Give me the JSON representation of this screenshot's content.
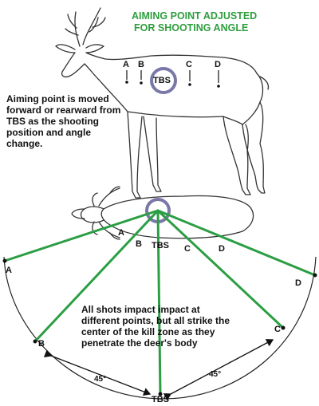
{
  "title": {
    "line1": "AIMING POINT ADJUSTED",
    "line2": "FOR SHOOTING ANGLE"
  },
  "side_view": {
    "markers": {
      "a": "A",
      "b": "B",
      "tbs": "TBS",
      "c": "C",
      "d": "D"
    }
  },
  "explanation": {
    "lines": [
      "Aiming point is moved",
      "forward or rearward from",
      "TBS as the shooting",
      "position and angle",
      "change."
    ]
  },
  "top_view": {
    "impact_labels": {
      "a": "A",
      "b": "B",
      "tbs": "TBS",
      "c": "C",
      "d": "D"
    },
    "shooter_labels": {
      "a": "A",
      "b": "B",
      "tbs": "TBS",
      "c": "C",
      "d": "D"
    },
    "angle_left": "45°",
    "angle_right": "45°"
  },
  "note": {
    "lines": [
      "All shots impact impact at",
      "different points,  but all strike the",
      "center of the kill zone as they",
      "penetrate the deer's body"
    ]
  },
  "colors": {
    "shot_line": "#2b9e44",
    "title": "#2e9e3e",
    "kill_zone": "#7a78a8"
  }
}
